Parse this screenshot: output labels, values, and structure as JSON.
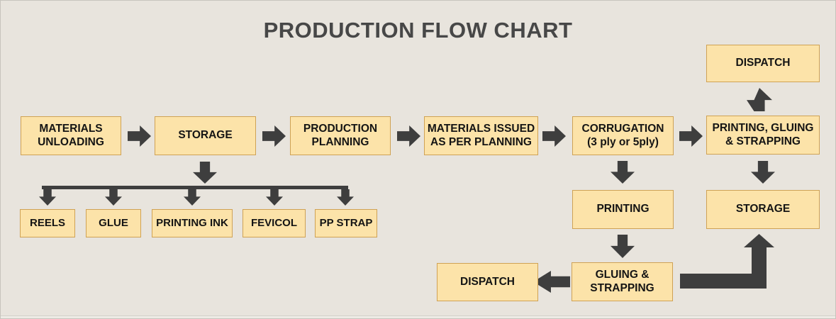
{
  "title": "PRODUCTION FLOW CHART",
  "colors": {
    "background": "#e8e4dd",
    "box_fill": "#fce3a9",
    "box_border": "#cfa255",
    "arrow": "#3e3e3e",
    "box_text": "#141414",
    "title_text": "#474747"
  },
  "nodes": {
    "materials_unloading": "MATERIALS\nUNLOADING",
    "storage_top": "STORAGE",
    "production_planning": "PRODUCTION\nPLANNING",
    "materials_issued": "MATERIALS ISSUED\nAS PER PLANNING",
    "corrugation": "CORRUGATION\n(3 ply or 5ply)",
    "printing_gluing_strapping": "PRINTING, GLUING\n& STRAPPING",
    "dispatch_top": "DISPATCH",
    "printing": "PRINTING",
    "storage_bottom": "STORAGE",
    "gluing_strapping": "GLUING &\nSTRAPPING",
    "dispatch_bottom": "DISPATCH",
    "reels": "REELS",
    "glue": "GLUE",
    "printing_ink": "PRINTING INK",
    "fevicol": "FEVICOL",
    "pp_strap": "PP STRAP"
  },
  "edges": [
    {
      "from": "materials_unloading",
      "to": "storage_top"
    },
    {
      "from": "storage_top",
      "to": "production_planning"
    },
    {
      "from": "production_planning",
      "to": "materials_issued"
    },
    {
      "from": "materials_issued",
      "to": "corrugation"
    },
    {
      "from": "corrugation",
      "to": "printing_gluing_strapping"
    },
    {
      "from": "printing_gluing_strapping",
      "to": "dispatch_top"
    },
    {
      "from": "printing_gluing_strapping",
      "to": "storage_bottom"
    },
    {
      "from": "corrugation",
      "to": "printing"
    },
    {
      "from": "printing",
      "to": "gluing_strapping"
    },
    {
      "from": "gluing_strapping",
      "to": "dispatch_bottom"
    },
    {
      "from": "gluing_strapping",
      "to": "storage_bottom"
    },
    {
      "from": "storage_top",
      "to": "reels"
    },
    {
      "from": "storage_top",
      "to": "glue"
    },
    {
      "from": "storage_top",
      "to": "printing_ink"
    },
    {
      "from": "storage_top",
      "to": "fevicol"
    },
    {
      "from": "storage_top",
      "to": "pp_strap"
    }
  ]
}
